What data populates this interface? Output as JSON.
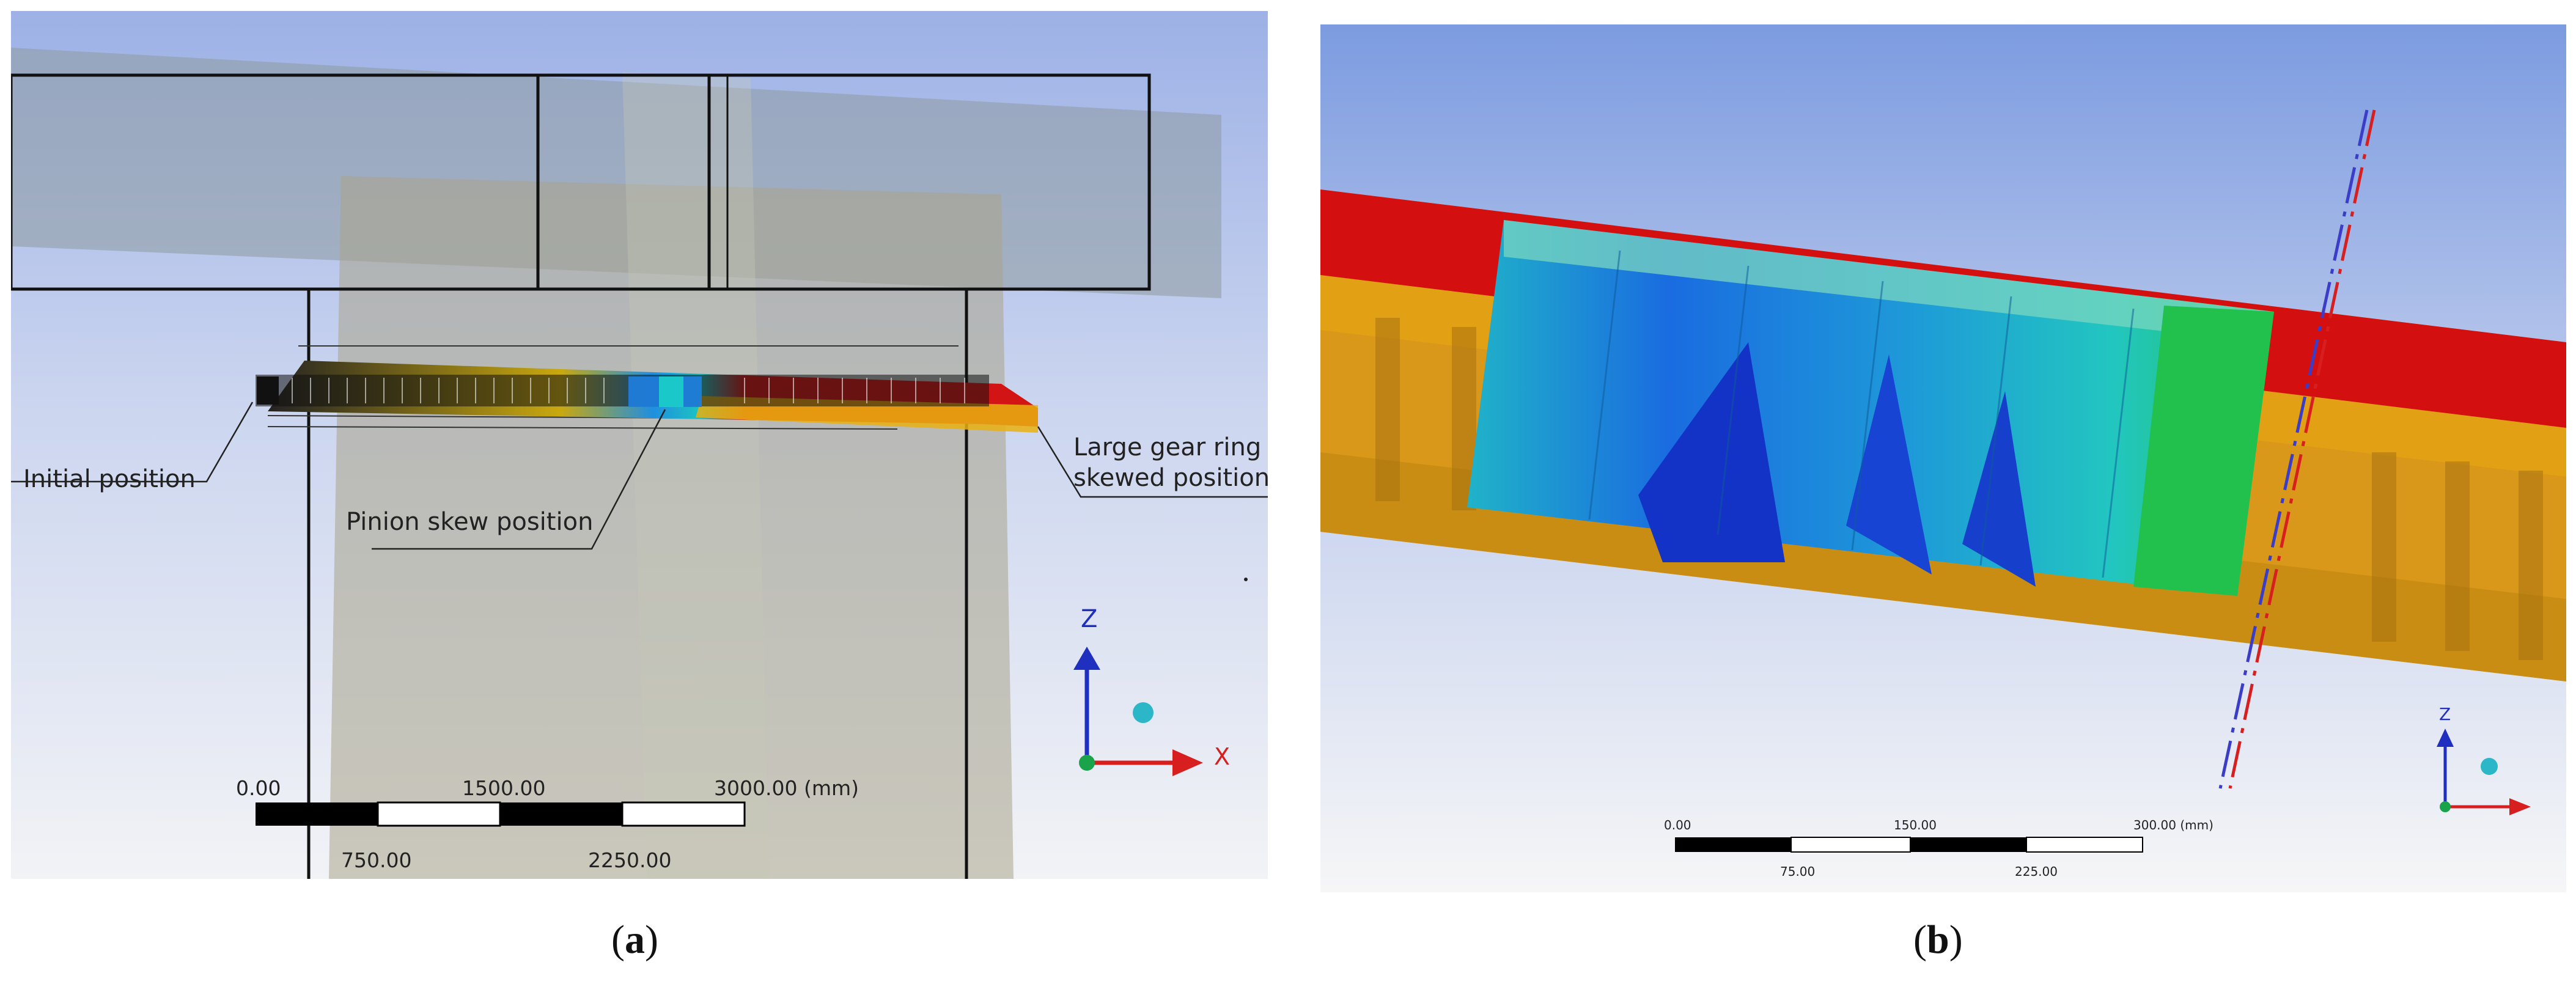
{
  "panel_a": {
    "callouts": {
      "initial": "Initial position",
      "pinion": "Pinion skew position",
      "ring_line1": "Large gear ring",
      "ring_line2": "skewed position"
    },
    "scale_bar": {
      "top_labels": [
        "0.00",
        "1500.00",
        "3000.00 (mm)"
      ],
      "bottom_labels": [
        "750.00",
        "2250.00"
      ]
    },
    "triad": {
      "z": "Z",
      "x": "X"
    },
    "caption": {
      "open": "(",
      "letter": "a",
      "close": ")"
    }
  },
  "panel_b": {
    "scale_bar": {
      "top_labels": [
        "0.00",
        "150.00",
        "300.00 (mm)"
      ],
      "bottom_labels": [
        "75.00",
        "225.00"
      ]
    },
    "triad": {
      "z": "Z"
    },
    "caption": {
      "open": "(",
      "letter": "b",
      "close": ")"
    }
  },
  "colors": {
    "viewport_top": "#9fb2e6",
    "viewport_bottom": "#f4f5f8",
    "triad_z": "#1f2fbf",
    "triad_x": "#d81f1f",
    "triad_origin": "#1aa34a",
    "triad_sphere": "#2bb7c8",
    "ring_red": "#d40f0f",
    "ring_orange": "#e9a313"
  }
}
